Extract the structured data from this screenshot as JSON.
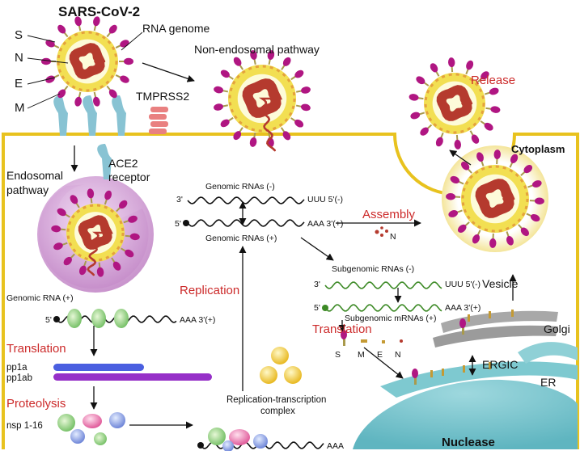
{
  "title": "SARS-CoV-2",
  "virion_labels": {
    "s": "S",
    "n": "N",
    "e": "E",
    "m": "M",
    "genome": "RNA genome"
  },
  "entry": {
    "non_endosomal": "Non-endosomal pathway",
    "tmprss2": "TMPRSS2",
    "endosomal": [
      "Endosomal",
      "pathway"
    ],
    "receptor": [
      "ACE2",
      "receptor"
    ]
  },
  "compartments": {
    "cytoplasm": "Cytoplasm",
    "nucleus": "Nuclease",
    "er": "ER",
    "ergic": "ERGIC",
    "golgi": "Golgi",
    "vesicle": "Vesicle"
  },
  "steps": {
    "release": "Release",
    "assembly": "Assembly",
    "replication": "Replication",
    "translation": "Translation",
    "proteolysis": "Proteolysis"
  },
  "rna": {
    "genomic_rna_pos": "Genomic RNA (+)",
    "genomic_neg": "Genomic RNAs (-)",
    "genomic_pos": "Genomic RNAs (+)",
    "subgenomic_neg": "Subgenomic RNAs (-)",
    "subgenomic_pos": "Subgenomic mRNAs (+)",
    "end_3": "3'",
    "end_5": "5'",
    "tail_uuu": "UUU 5'(-)",
    "tail_aaa": "AAA 3'(+)",
    "tail_aaa_short": "AAA"
  },
  "proteins": {
    "pp1a": "pp1a",
    "pp1ab": "pp1ab",
    "nsp": "nsp 1-16",
    "n": "N",
    "s": "S",
    "m": "M",
    "e": "E"
  },
  "complex": [
    "Replication-transcription",
    "complex"
  ],
  "colors": {
    "cell_border": "#e8c21e",
    "spike": "#b01682",
    "spike_stem": "#a99a4c",
    "envelope_yellow": "#f2df52",
    "envelope_orange": "#e4a23c",
    "core": "#fdfbd9",
    "genome": "#b53a2e",
    "ace2": "#88c3d3",
    "endosome": "#d4a3d8",
    "rna_black": "#111111",
    "rna_green": "#3d8a26",
    "pp1a": "#4a5fe0",
    "pp1ab": "#9630c8",
    "er": "#7ec9d0",
    "golgi": "#a8a8a8",
    "red_text": "#cc2a2a"
  }
}
